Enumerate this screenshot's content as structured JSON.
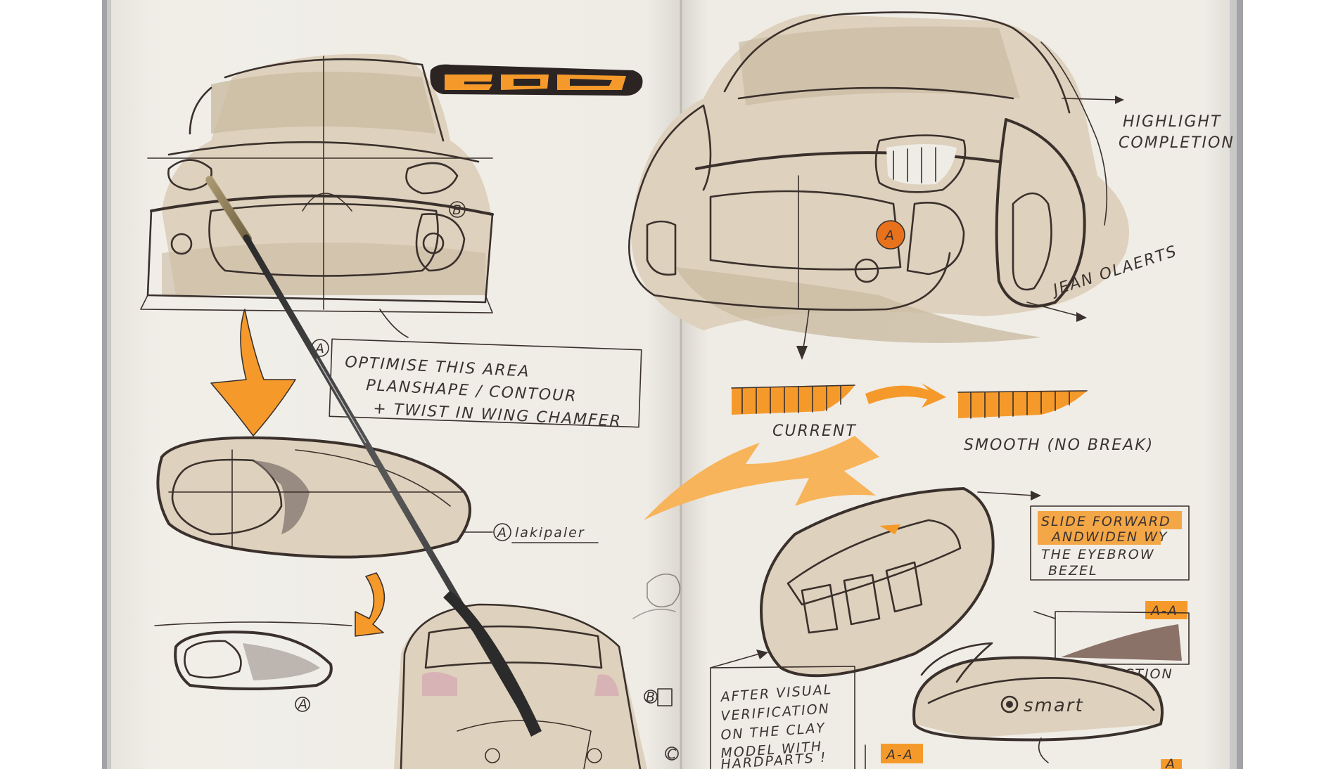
{
  "colors": {
    "paper": "#efece6",
    "ink": "#3a302c",
    "marker_tan": "#cbbba3",
    "marker_orange": "#f59a2a",
    "cover": "#9d9c9e"
  },
  "annotations": {
    "left_note_marker": "A",
    "left_note_line1": "OPTIMISE THIS AREA",
    "left_note_line2": "PLANSHAPE / CONTOUR",
    "left_note_line3": "+ TWIST IN WING CHAMFER",
    "callout_a_label": "A",
    "callout_a_text": "lakipaler",
    "badge_b": "B",
    "small_a_bottom": "A",
    "small_b_bottom": "B",
    "small_c_bottom": "C",
    "highlight_line1": "HIGHLIGHT",
    "highlight_line2": "COMPLETION",
    "signature": "JEAN OLAERTS",
    "current_label": "CURRENT",
    "smooth_label": "SMOOTH (NO BREAK)",
    "slide_line1": "SLIDE FORWARD",
    "slide_line2": "ANDWIDEN WY",
    "slide_line3": "THE EYEBROW",
    "slide_line4": "BEZEL",
    "section_tag_top": "A-A",
    "section_label": "SECTION",
    "smart_logo": "smart",
    "after_line1": "AFTER VISUAL",
    "after_line2": "VERIFICATION",
    "after_line3": "ON THE CLAY",
    "after_line4": "MODEL WITH",
    "after_line5": "HARDPARTS !",
    "section_tag_bottom": "A-A",
    "bottom_right_tag": "A",
    "front_badge_a": "A"
  },
  "icons": {
    "brush": "paintbrush-icon",
    "smart_logo_circle": "smart-logo-icon",
    "arrow": "sketch-arrow-icon"
  }
}
